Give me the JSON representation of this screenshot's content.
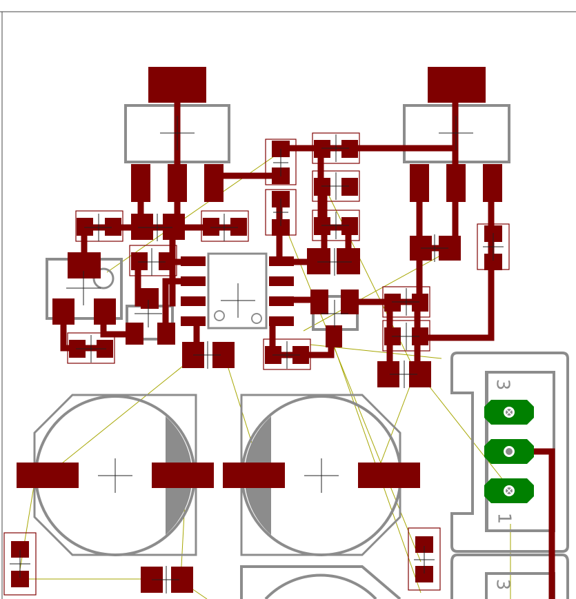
{
  "colors": {
    "copper": "#7f0000",
    "silkscreen": "#8c8c8c",
    "outline": "#7f0000",
    "ratsnest": "#a6a600",
    "ground_pad": "#008000",
    "background": "#ffffff"
  },
  "connectors": {
    "upper": {
      "pin_high_label": "3",
      "pin_low_label": "1"
    },
    "lower": {
      "pin_high_label": "3"
    }
  }
}
